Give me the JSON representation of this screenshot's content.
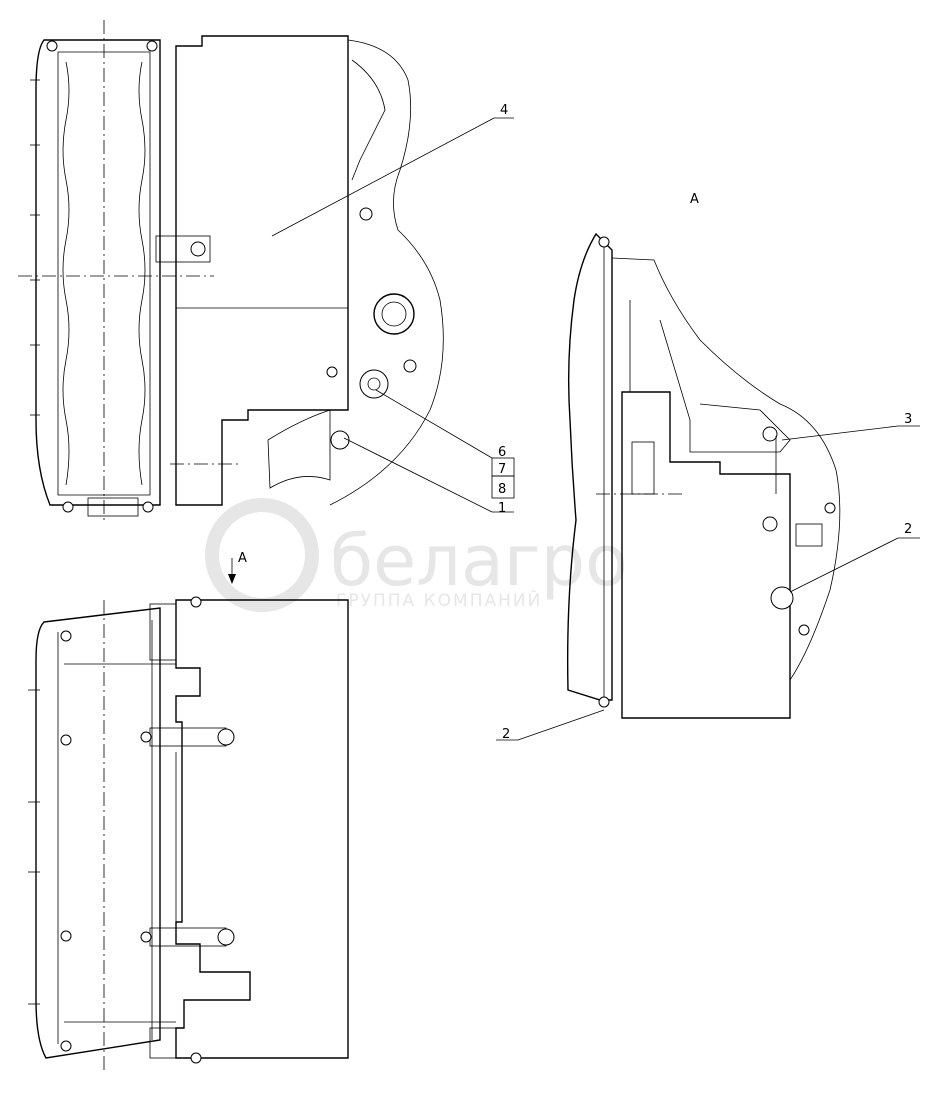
{
  "view_label_main": "A",
  "view_label_section": "A",
  "callouts": {
    "c1": "1",
    "c2a": "2",
    "c2b": "2",
    "c3": "3",
    "c4": "4",
    "c6": "6",
    "c7": "7",
    "c8": "8"
  },
  "watermark": {
    "brand": "белагро",
    "subtitle": "ГРУППА КОМПАНИЙ"
  },
  "colors": {
    "line": "#000000",
    "watermark": "#e6e6e6"
  }
}
